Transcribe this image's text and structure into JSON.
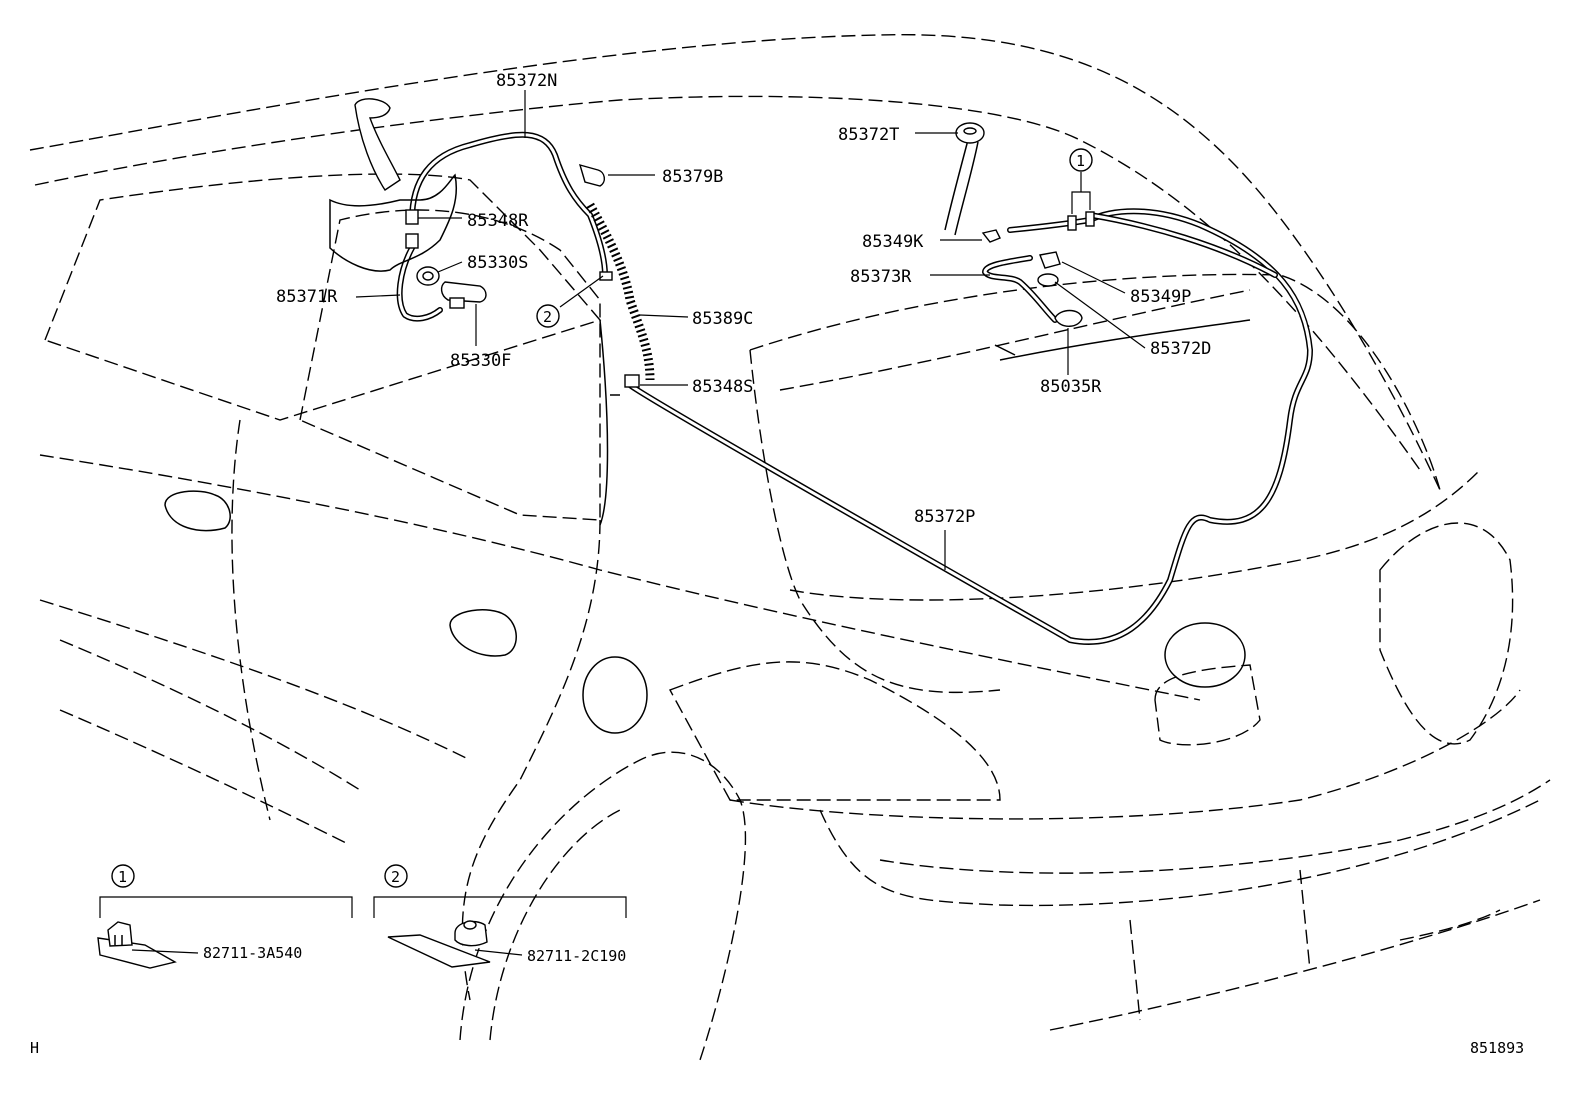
{
  "callouts": [
    {
      "id": "85372N",
      "text": "85372N"
    },
    {
      "id": "85379B",
      "text": "85379B"
    },
    {
      "id": "85348R",
      "text": "85348R"
    },
    {
      "id": "85330S",
      "text": "85330S"
    },
    {
      "id": "85371R",
      "text": "85371R"
    },
    {
      "id": "85330F",
      "text": "85330F"
    },
    {
      "id": "85389C",
      "text": "85389C"
    },
    {
      "id": "85348S",
      "text": "85348S"
    },
    {
      "id": "85372T",
      "text": "85372T"
    },
    {
      "id": "85349K",
      "text": "85349K"
    },
    {
      "id": "85373R",
      "text": "85373R"
    },
    {
      "id": "85349P",
      "text": "85349P"
    },
    {
      "id": "85372D",
      "text": "85372D"
    },
    {
      "id": "85035R",
      "text": "85035R"
    },
    {
      "id": "85372P",
      "text": "85372P"
    }
  ],
  "markers": {
    "one": "1",
    "two": "2"
  },
  "insets": {
    "one": {
      "marker": "1",
      "part": "82711-3A540"
    },
    "two": {
      "marker": "2",
      "part": "82711-2C190"
    }
  },
  "footer": {
    "left_code": "H",
    "diagram_id": "851893"
  }
}
